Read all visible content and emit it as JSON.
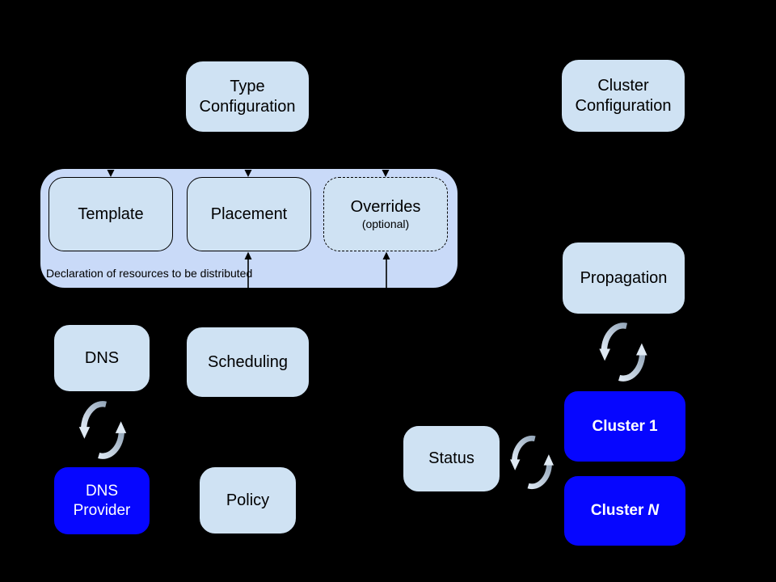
{
  "palette": {
    "background": "#000000",
    "box_fill_light": "#cfe2f3",
    "container_fill": "#c9daf8",
    "box_fill_blue": "#0606ff",
    "line_color": "#000000",
    "text_dark": "#000000",
    "text_light": "#ffffff",
    "sync_arrow_light": "#dfe9f3",
    "sync_arrow_dark": "#96a8bb"
  },
  "icons": {
    "sync": "two curved chasing arrows forming a refresh/sync cycle",
    "arrow_down": "small solid black triangle arrowhead pointing down on dashed line",
    "arrow_up": "small solid black triangle arrowhead pointing up on solid line"
  },
  "nodes": {
    "type_configuration": {
      "line1": "Type",
      "line2": "Configuration"
    },
    "cluster_configuration": {
      "line1": "Cluster",
      "line2": "Configuration"
    },
    "template": {
      "label": "Template"
    },
    "placement": {
      "label": "Placement"
    },
    "overrides": {
      "label": "Overrides",
      "sublabel": "(optional)"
    },
    "resource_container": {
      "caption": "Declaration of resources to be distributed"
    },
    "propagation": {
      "label": "Propagation"
    },
    "dns": {
      "label": "DNS"
    },
    "scheduling": {
      "label": "Scheduling"
    },
    "dns_provider": {
      "line1": "DNS",
      "line2": "Provider"
    },
    "policy": {
      "label": "Policy"
    },
    "status": {
      "label": "Status"
    },
    "cluster_1": {
      "prefix": "Cluster",
      "suffix": "1"
    },
    "cluster_n": {
      "prefix": "Cluster",
      "suffix": "N"
    }
  }
}
